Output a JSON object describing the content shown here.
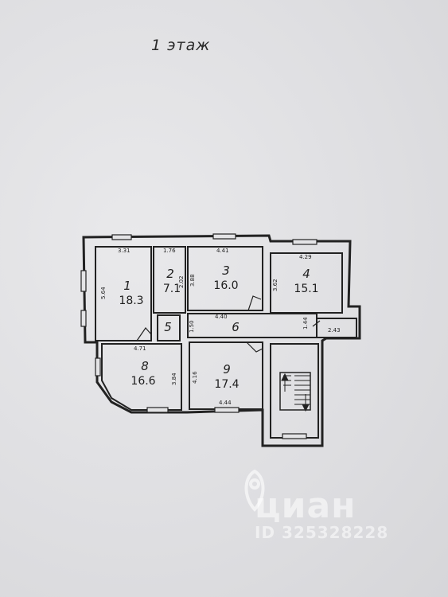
{
  "floor_label": "1 этаж",
  "rooms": [
    {
      "num": "1",
      "area": "18.3"
    },
    {
      "num": "2",
      "area": "7.1"
    },
    {
      "num": "3",
      "area": "16.0"
    },
    {
      "num": "4",
      "area": "15.1"
    },
    {
      "num": "5",
      "area": ""
    },
    {
      "num": "6",
      "area": ""
    },
    {
      "num": "8",
      "area": "16.6"
    },
    {
      "num": "9",
      "area": "17.4"
    }
  ],
  "dimensions": [
    "3.31",
    "1.76",
    "4.41",
    "4.29",
    "5.64",
    "2.02",
    "3.88",
    "3.62",
    "4.40",
    "1.50",
    "1.44",
    "2.43",
    "4.71",
    "3.84",
    "4.16",
    "4.44"
  ],
  "watermark": {
    "brand": "циан",
    "id": "ID 325328228"
  },
  "colors": {
    "paper": "#e4e4e6",
    "ink": "#1e1e1e",
    "watermark": "#ffffff"
  }
}
